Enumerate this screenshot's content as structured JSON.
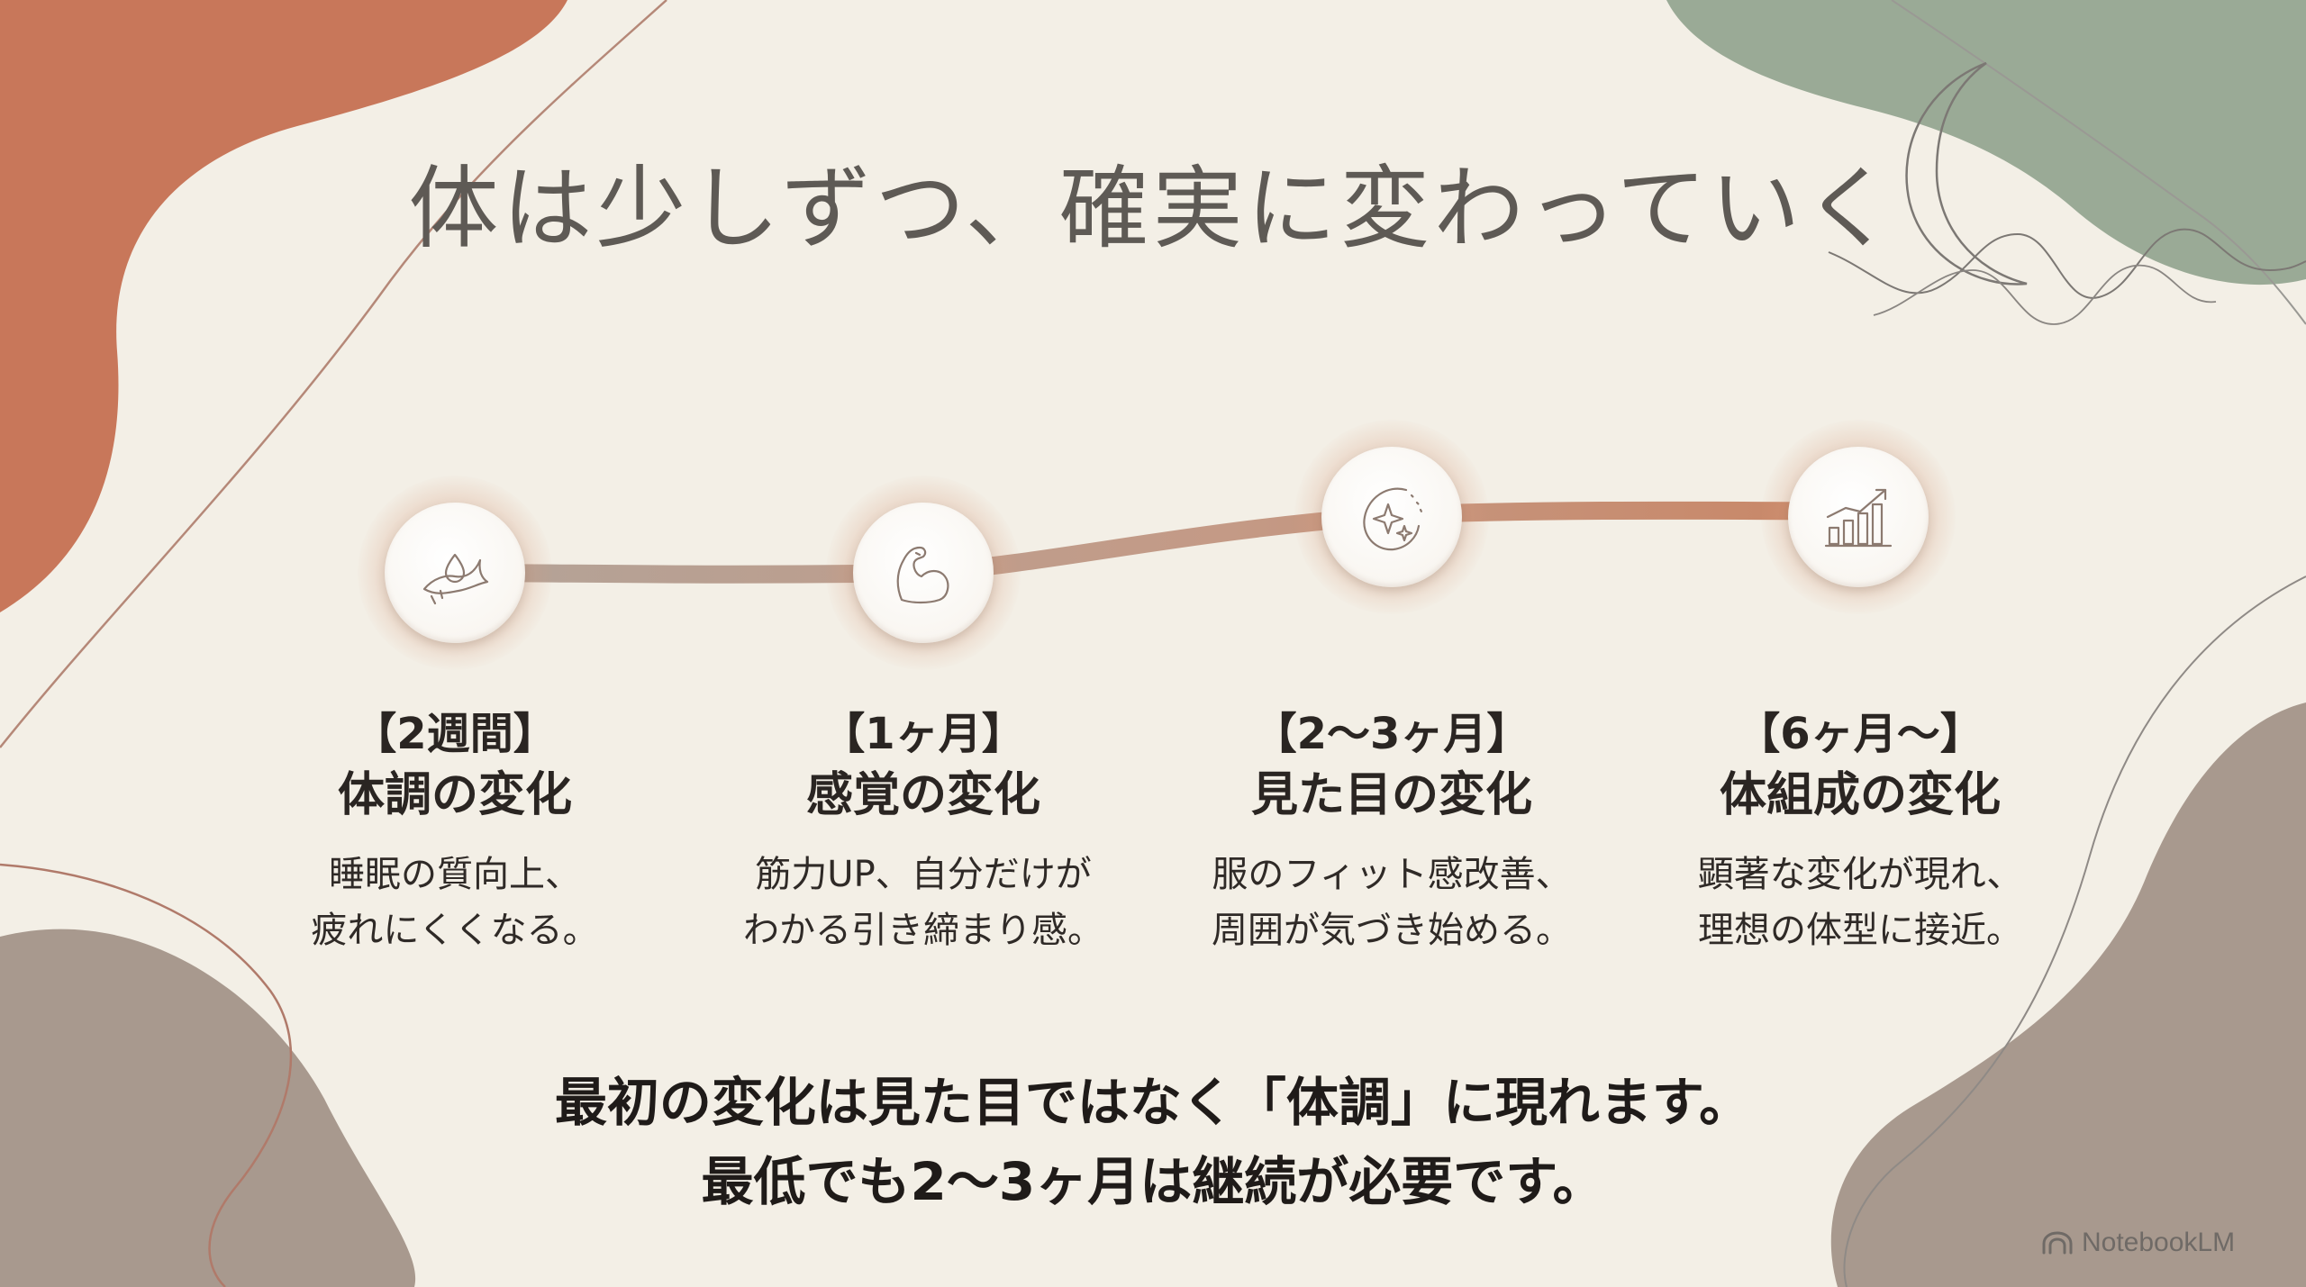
{
  "title": "体は少しずつ、確実に変わっていく",
  "stages": [
    {
      "period": "【2週間】",
      "heading": "体調の変化",
      "desc_line1": "睡眠の質向上、",
      "desc_line2": "疲れにくくなる。",
      "icon": "sleep-drop-icon"
    },
    {
      "period": "【1ヶ月】",
      "heading": "感覚の変化",
      "desc_line1": "筋力UP、自分だけが",
      "desc_line2": "わかる引き締まり感。",
      "icon": "flexed-arm-icon"
    },
    {
      "period": "【2〜3ヶ月】",
      "heading": "見た目の変化",
      "desc_line1": "服のフィット感改善、",
      "desc_line2": "周囲が気づき始める。",
      "icon": "sparkle-face-icon"
    },
    {
      "period": "【6ヶ月〜】",
      "heading": "体組成の変化",
      "desc_line1": "顕著な変化が現れ、",
      "desc_line2": "理想の体型に接近。",
      "icon": "growth-chart-icon"
    }
  ],
  "summary": {
    "line1": "最初の変化は見た目ではなく「体調」に現れます。",
    "line2": "最低でも2〜3ヶ月は継続が必要です。"
  },
  "brand": {
    "name": "NotebookLM",
    "icon": "notebooklm-logo-icon"
  },
  "colors": {
    "background": "#f3efe6",
    "terracotta": "#c8775a",
    "sage": "#9aaa96",
    "taupe": "#a8998e",
    "timeline_start": "#b3a398",
    "timeline_end": "#c98666"
  }
}
